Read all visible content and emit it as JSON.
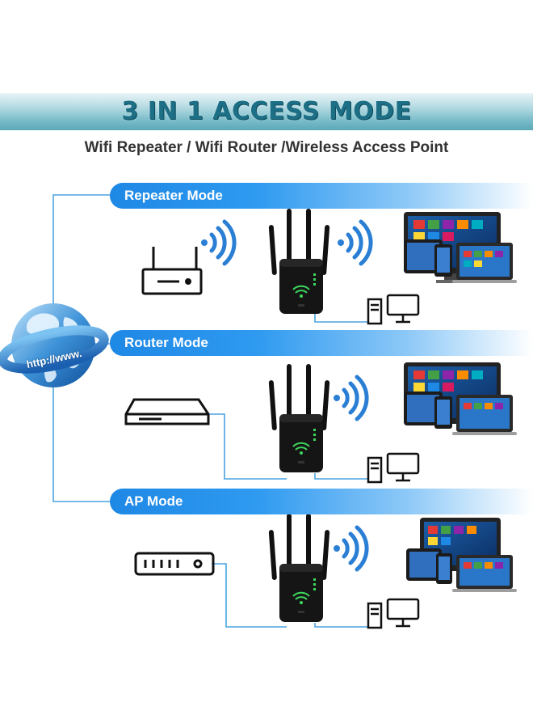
{
  "header": {
    "title": "3 IN 1 ACCESS MODE",
    "subtitle": "Wifi Repeater / Wifi Router /Wireless Access Point"
  },
  "globe": {
    "label": "http://www."
  },
  "modes": [
    {
      "label": "Repeater Mode"
    },
    {
      "label": "Router Mode"
    },
    {
      "label": "AP Mode"
    }
  ],
  "colors": {
    "accent_blue": "#1e88e5",
    "banner_teal": "#5aa9b8",
    "title_teal": "#1d6f86",
    "line_blue": "#4aa3df",
    "device_black": "#151515",
    "led_green": "#3dd65c"
  }
}
